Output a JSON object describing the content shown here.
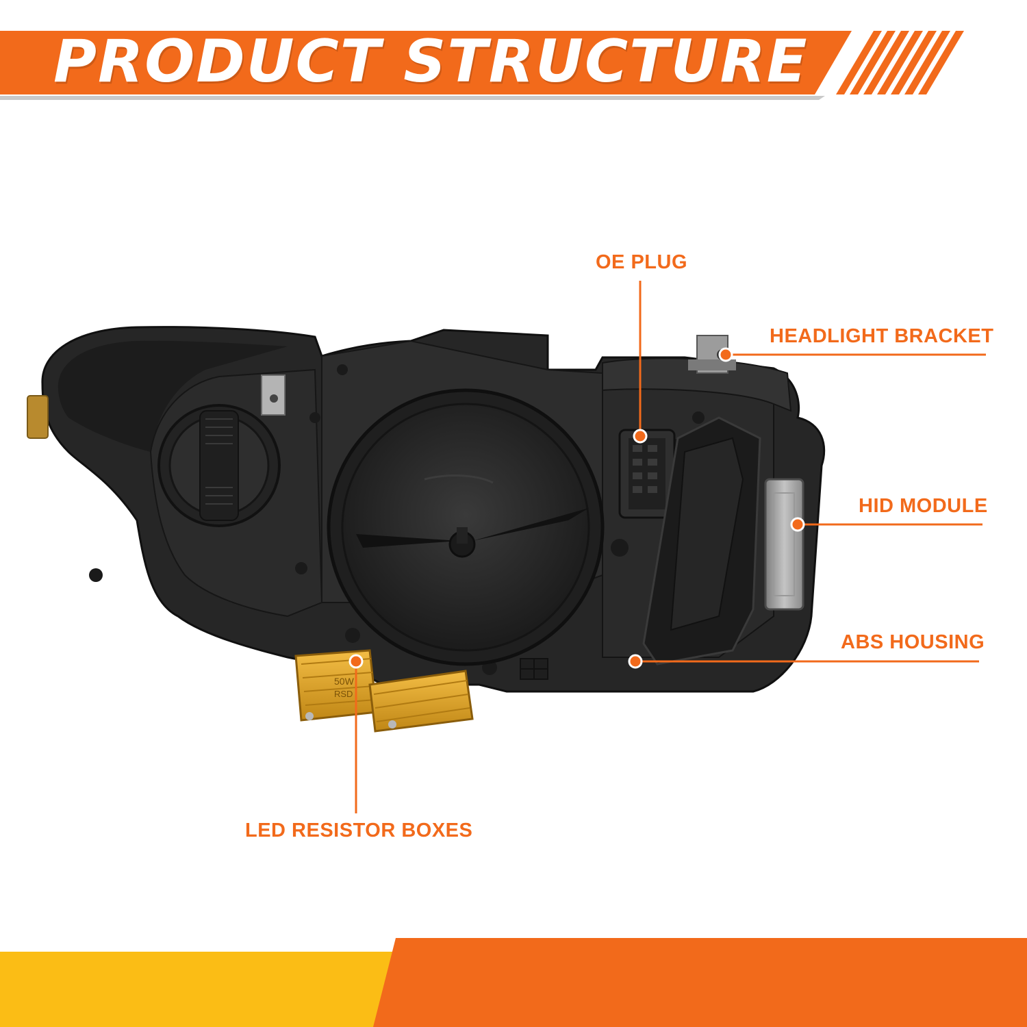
{
  "banner": {
    "title": "PRODUCT STRUCTURE"
  },
  "colors": {
    "accent": "#f26a1b",
    "footer_yellow": "#fbbd15",
    "callout_text": "#f26a1b",
    "housing": "#262626"
  },
  "callouts": {
    "oe_plug": "OE PLUG",
    "headlight_bracket": "HEADLIGHT BRACKET",
    "hid_module": "HID MODULE",
    "abs_housing": "ABS HOUSING",
    "led_resistor_boxes": "LED RESISTOR BOXES"
  },
  "resistor": {
    "marking_1": "50W",
    "marking_2": "RSD"
  }
}
